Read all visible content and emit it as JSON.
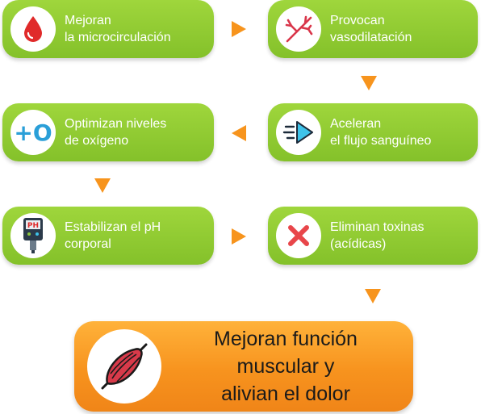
{
  "steps": [
    {
      "id": "microcirculation",
      "label": "Mejoran\nla microcirculación",
      "icon": "blood-drop-icon"
    },
    {
      "id": "vasodilation",
      "label": "Provocan\nvasodilatación",
      "icon": "blood-vessel-icon"
    },
    {
      "id": "blood-flow",
      "label": "Aceleran\nel flujo sanguíneo",
      "icon": "fast-forward-icon"
    },
    {
      "id": "oxygen",
      "label": "Optimizan niveles\nde oxígeno",
      "icon": "plus-oxygen-icon"
    },
    {
      "id": "ph",
      "label": "Estabilizan el pH\ncorporal",
      "icon": "ph-meter-icon"
    },
    {
      "id": "toxins",
      "label": "Eliminan toxinas\n(acídicas)",
      "icon": "red-x-icon"
    }
  ],
  "result": {
    "label": "Mejoran función\nmuscular y\nalivian el dolor",
    "icon": "muscle-icon"
  },
  "icon_text": {
    "oxygen": "+O",
    "ph": "PH"
  },
  "colors": {
    "step_green": "#8cc63f",
    "arrow_orange": "#f7941d",
    "result_orange": "#f7931e",
    "icon_red": "#e02a2a"
  }
}
